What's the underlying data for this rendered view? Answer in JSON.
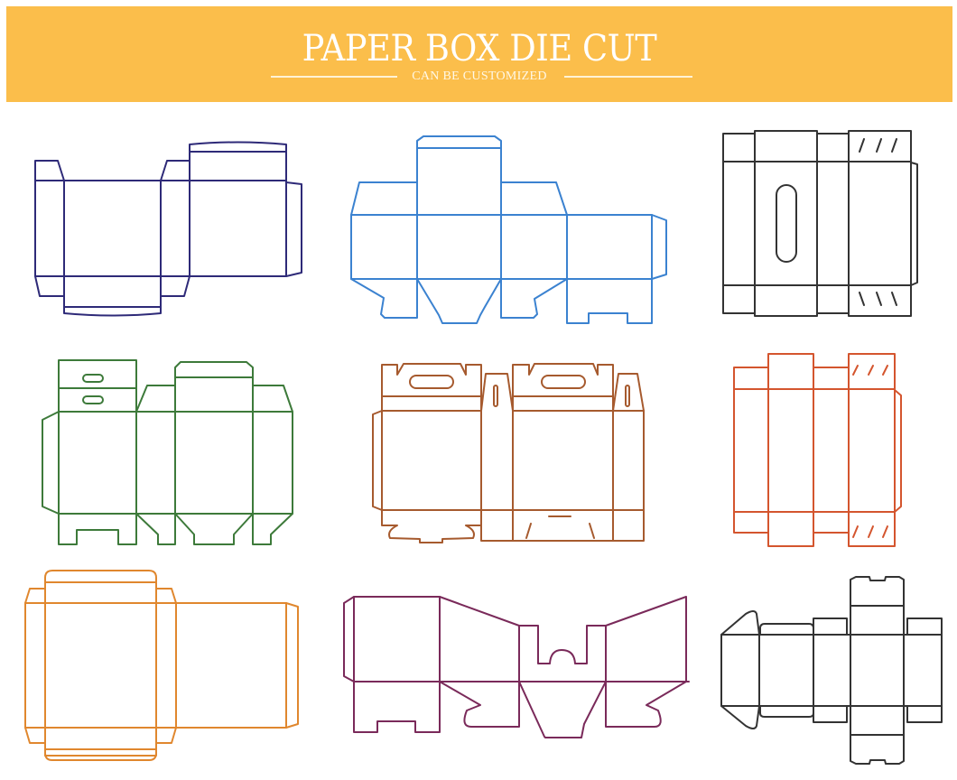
{
  "header": {
    "title": "PAPER BOX DIE CUT",
    "subtitle": "CAN BE CUSTOMIZED",
    "background_color": "#fbbe4b",
    "text_color": "#ffffff"
  },
  "diagrams": [
    {
      "id": "tuck-end-box",
      "row": 1,
      "col": 1,
      "color": "#2e2a78"
    },
    {
      "id": "auto-lock-bottom-box",
      "row": 1,
      "col": 2,
      "color": "#3b82d0"
    },
    {
      "id": "window-sleeve-box",
      "row": 1,
      "col": 3,
      "color": "#333333"
    },
    {
      "id": "hanger-tab-box",
      "row": 2,
      "col": 1,
      "color": "#3d7a3a"
    },
    {
      "id": "handle-carry-box",
      "row": 2,
      "col": 2,
      "color": "#a65a2e"
    },
    {
      "id": "sleeve-box-glue-marks",
      "row": 2,
      "col": 3,
      "color": "#d4552e"
    },
    {
      "id": "reverse-tuck-box",
      "row": 3,
      "col": 1,
      "color": "#e0872e"
    },
    {
      "id": "gable-handle-box",
      "row": 3,
      "col": 2,
      "color": "#7a2a5a"
    },
    {
      "id": "mailer-box",
      "row": 3,
      "col": 3,
      "color": "#333333"
    }
  ]
}
